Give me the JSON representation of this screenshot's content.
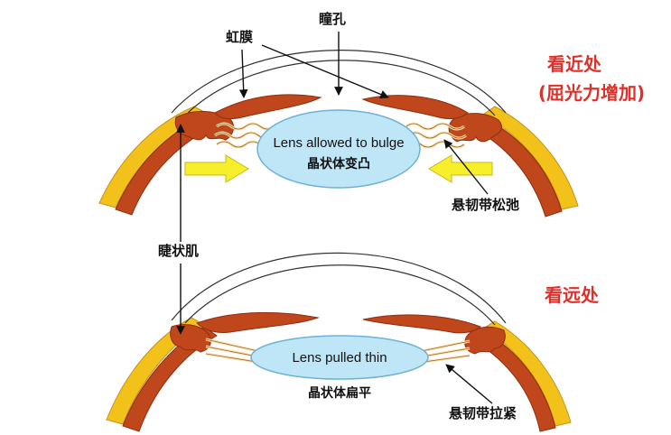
{
  "labels": {
    "iris": "虹膜",
    "pupil": "瞳孔",
    "ciliary_muscle": "睫状肌",
    "zonule_relaxed": "悬韧带松弛",
    "zonule_tight": "悬韧带拉紧",
    "near_title": "看近处",
    "near_subtitle": "(屈光力增加)",
    "far_title": "看远处",
    "near_lens_en": "Lens allowed to bulge",
    "near_lens_cn": "晶状体变凸",
    "far_lens_en": "Lens pulled thin",
    "far_lens_cn": "晶状体扁平"
  },
  "colors": {
    "muscle": "#c0461b",
    "muscle_dark": "#8e2f10",
    "sclera": "#f3c21a",
    "lens": "#bfe6f7",
    "lens_stroke": "#6bb3d6",
    "zonule": "#f6e2b6",
    "arrow_yellow": "#f7ef2a",
    "title_red": "#e0302a"
  }
}
